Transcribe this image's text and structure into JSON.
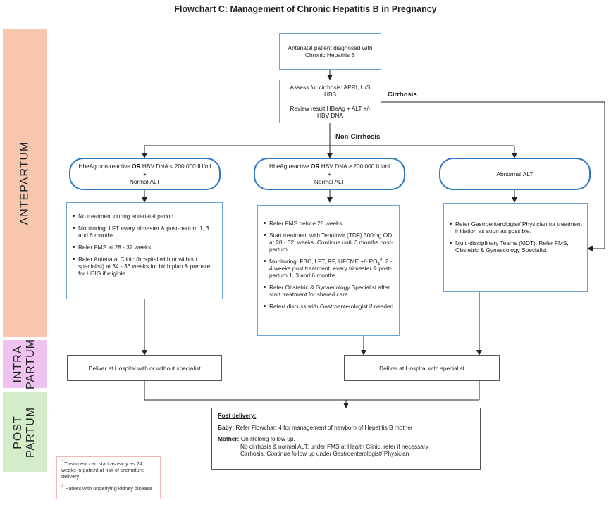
{
  "title": "Flowchart C: Management of Chronic Hepatitis B in Pregnancy",
  "phases": {
    "antepartum": "ANTEPARTUM",
    "intrapartum": "INTRA\nPARTUM",
    "postpartum": "POST\nPARTUM"
  },
  "start": "Antenatal patient diagnosed with Chronic Hepatitis B",
  "assess": {
    "line1": "Assess for cirrhosis: APRI, U/S HBS",
    "line2": "Review result HBeAg + ALT +/- HBV DNA"
  },
  "edges": {
    "cirrhosis": "Cirrhosis",
    "non_cirrhosis": "Non-Cirrhosis"
  },
  "branches": {
    "left": {
      "pre": "HbeAg non-reactive ",
      "or": "OR",
      "post": " HBV DNA < 200 000 IU/ml",
      "plus": "+",
      "alt": "Normal ALT"
    },
    "middle": {
      "pre": "HbeAg reactive ",
      "or": "OR",
      "post": " HBV DNA ≥ 200 000 IU/ml",
      "plus": "+",
      "alt": "Normal ALT"
    },
    "right": {
      "label": "Abnormal ALT"
    }
  },
  "left_actions": [
    "No treatment during antenatal period",
    "Monitoring: LFT every trimester & post-partum 1, 3 and 6 months",
    "Refer FMS at 28 - 32 weeks",
    "Refer Antenatal Clinic (hospital with or without specialist) at 34 - 36 weeks for birth plan & prepare for HBIG if eligible"
  ],
  "middle_actions": {
    "refer_fms": "Refer FMS before 28 weeks.",
    "treatment_a": "Start treatment with Tenofovir (TDF) 300mg OD at 28 - 32",
    "treatment_sup": "*",
    "treatment_b": " weeks. Continue until 3 months post-partum.",
    "monitor_a": "Monitoring: FBC, LFT, RP, UFEME +/- PO",
    "monitor_sub": "4",
    "monitor_sup": "#",
    "monitor_b": ", 2 - 4 weeks post treatment, every trimester & post-partum 1, 3 and 6 months.",
    "obstetric": "Refer Obstetric & Gynaecology Specialist after start treatment for shared care.",
    "gastro": "Refer/ discuss with Gastroenterologist if needed"
  },
  "right_actions": [
    "Refer Gastroenterologist/ Physician for treatment initiation as soon as possible.",
    "Multi-disciplinary Teams (MDT): Refer FMS, Obstetric & Gynaecology Specialist"
  ],
  "delivery": {
    "left": "Deliver at Hospital with or without specialist",
    "right": "Deliver at Hospital with specialist"
  },
  "post_delivery": {
    "heading": "Post delivery:",
    "baby_label": "Baby:",
    "baby_text": " Refer Flowchart 4 for management of newborn of Hepatitis B mother",
    "mother_label": "Mother:",
    "mother_text": " On lifelong follow up.",
    "line2": "No cirrhosis & normal ALT: under FMS at Health Clinic, refer if necessary",
    "line3": "Cirrhosis: Continue follow up under Gastroenterologist/ Physician"
  },
  "notes": {
    "star_mark": "*",
    "star_text": " Treatment can start as early as 24 weeks in patient at risk of premature delivery",
    "hash_mark": "#",
    "hash_text": " Patient with underlying kidney disease"
  }
}
